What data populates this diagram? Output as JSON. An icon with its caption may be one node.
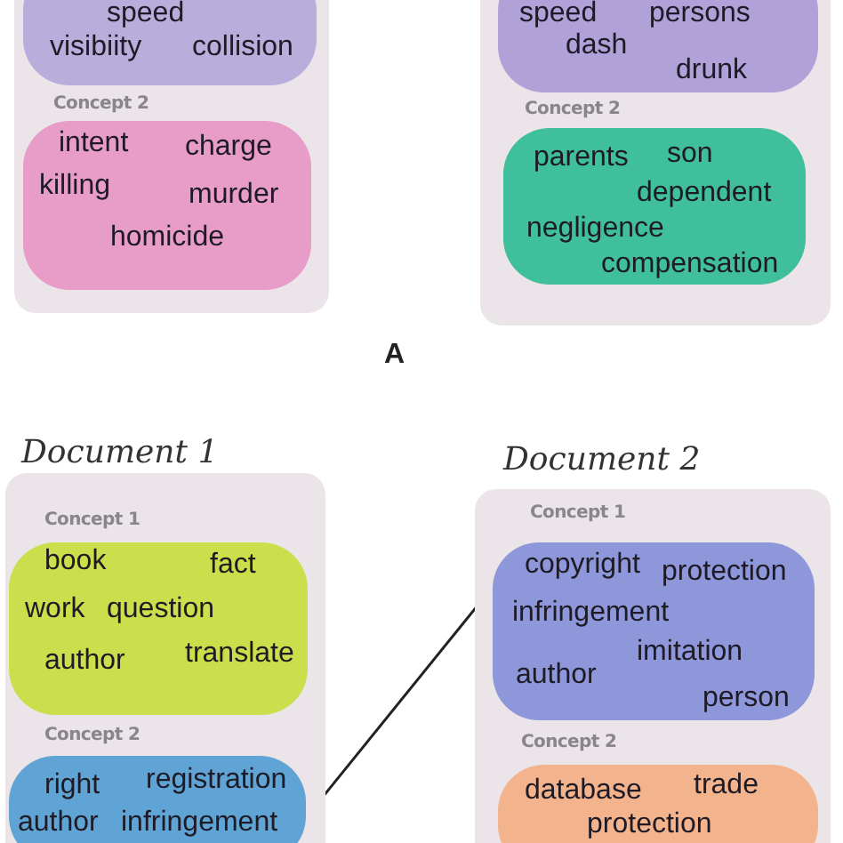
{
  "diagram": {
    "nodes": [
      {
        "text": [],
        "shape": "box"
      },
      {
        "text": [
          "speed",
          "visibiity",
          "collision"
        ],
        "in": 0
      },
      {
        "text": [
          "Concept 2",
          "intent",
          "charge",
          "killing",
          "murder",
          "homicide"
        ],
        "in": 0
      },
      {
        "text": [],
        "shape": "box"
      },
      {
        "text": [
          "speed",
          "persons",
          "dash",
          "drunk"
        ],
        "in": 3
      },
      {
        "text": [
          "Concept 2",
          "parents",
          "son",
          "dependent",
          "negligence",
          "compensation"
        ],
        "in": 3
      },
      {
        "text": [
          "Document 1"
        ]
      },
      {
        "text": [
          "Concept 1",
          "book",
          "fact",
          "work",
          "question",
          "author",
          "translate"
        ],
        "in": 6
      },
      {
        "text": [
          "Concept 2",
          "right",
          "registration",
          "author",
          "infringement"
        ],
        "in": 6
      },
      {
        "text": [
          "Document 2"
        ]
      },
      {
        "text": [
          "Concept 1",
          "copyright",
          "protection",
          "infringement",
          "imitation",
          "author",
          "person"
        ],
        "in": 9
      },
      {
        "text": [
          "Concept 2",
          "database",
          "trade",
          "protection"
        ],
        "in": 9
      }
    ],
    "edges": [
      {
        "from": 8,
        "to": 10,
        "arrow": "none"
      }
    ],
    "labels": [
      "A"
    ]
  }
}
